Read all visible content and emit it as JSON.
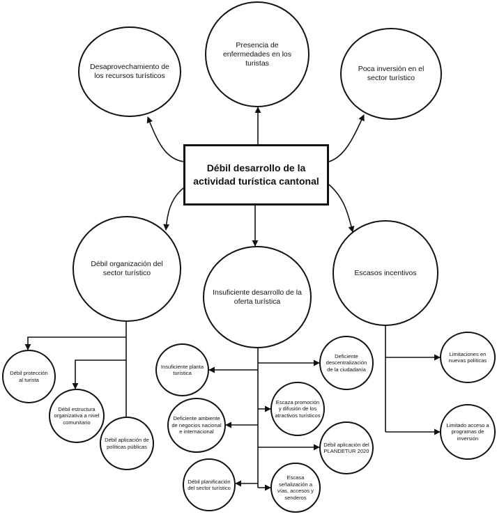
{
  "central": "Débil desarrollo de la actividad turística cantonal",
  "effects": {
    "left": "Desaprovechamiento de los recursos turísticos",
    "center": "Presencia de enfermedades en los turistas",
    "right": "Poca inversión en el sector turístico"
  },
  "causes": {
    "organizacion": {
      "label": "Débil organización del sector turístico",
      "subcauses": [
        "Débil protección al turista",
        "Débil estructura organizativa a nivel comunitario",
        "Débil aplicación de políticas públicas"
      ]
    },
    "oferta": {
      "label": "Insuficiente desarrollo de la oferta turística",
      "subcauses_left": [
        "Insuficiente planta turística",
        "Deficiente ambiente de negocios nacional e internacional",
        "Débil planificación del sector turístico"
      ],
      "subcauses_right": [
        "Deficiente descentralización de la ciudadanía",
        "Escaza promoción y difusión de los atractivos turísticos",
        "Débil aplicación del PLANDETUR 2020",
        "Escasa señalización a vías, accesos y senderos"
      ]
    },
    "incentivos": {
      "label": "Escasos incentivos",
      "subcauses": [
        "Limitaciones en nuevas políticas",
        "Limitado acceso a programas de inversión"
      ]
    }
  }
}
